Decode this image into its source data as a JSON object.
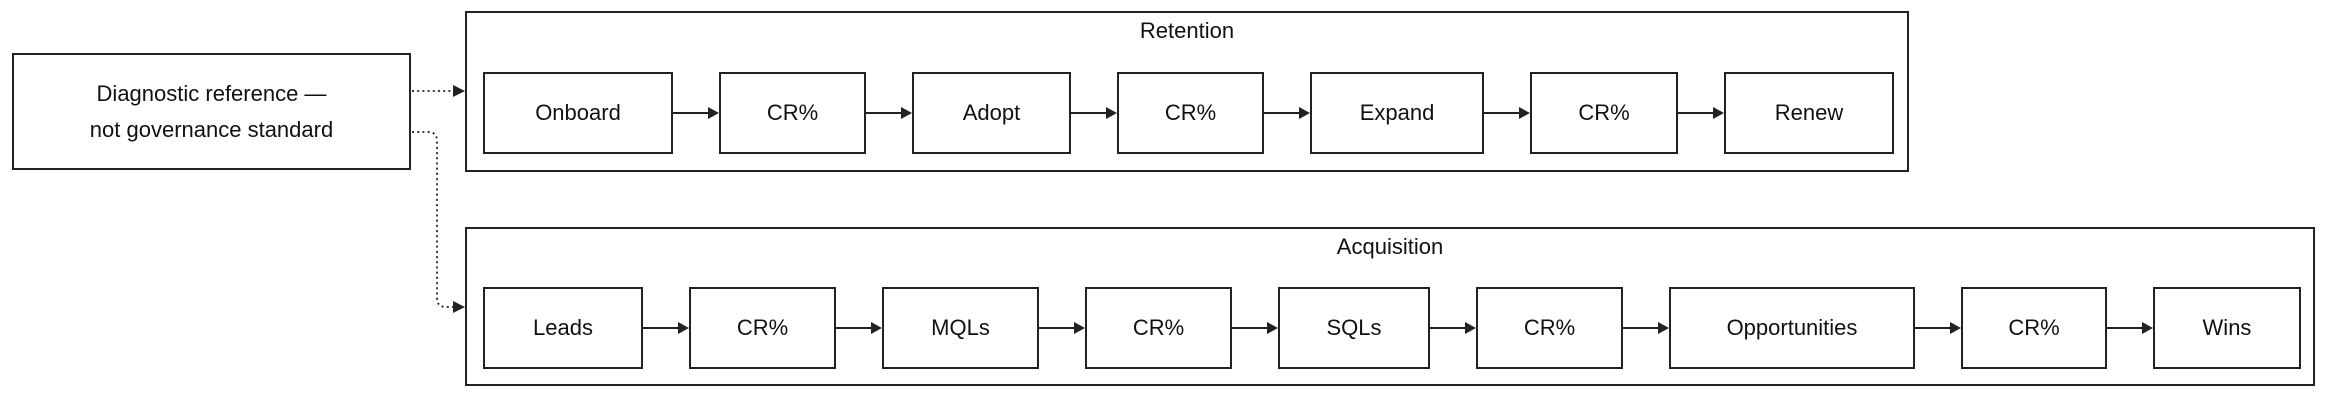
{
  "note_box": {
    "line1": "Diagnostic reference —",
    "line2": "not governance standard"
  },
  "groups": [
    {
      "title": "Retention",
      "nodes": [
        "Onboard",
        "CR%",
        "Adopt",
        "CR%",
        "Expand",
        "CR%",
        "Renew"
      ]
    },
    {
      "title": "Acquisition",
      "nodes": [
        "Leads",
        "CR%",
        "MQLs",
        "CR%",
        "SQLs",
        "CR%",
        "Opportunities",
        "CR%",
        "Wins"
      ]
    }
  ],
  "connectors": [
    {
      "from": "note_box",
      "to": "Retention",
      "style": "dotted-arrow"
    },
    {
      "from": "note_box",
      "to": "Acquisition",
      "style": "dotted-arrow"
    }
  ],
  "colors": {
    "border": "#222222",
    "text": "#111111",
    "background": "#ffffff"
  }
}
